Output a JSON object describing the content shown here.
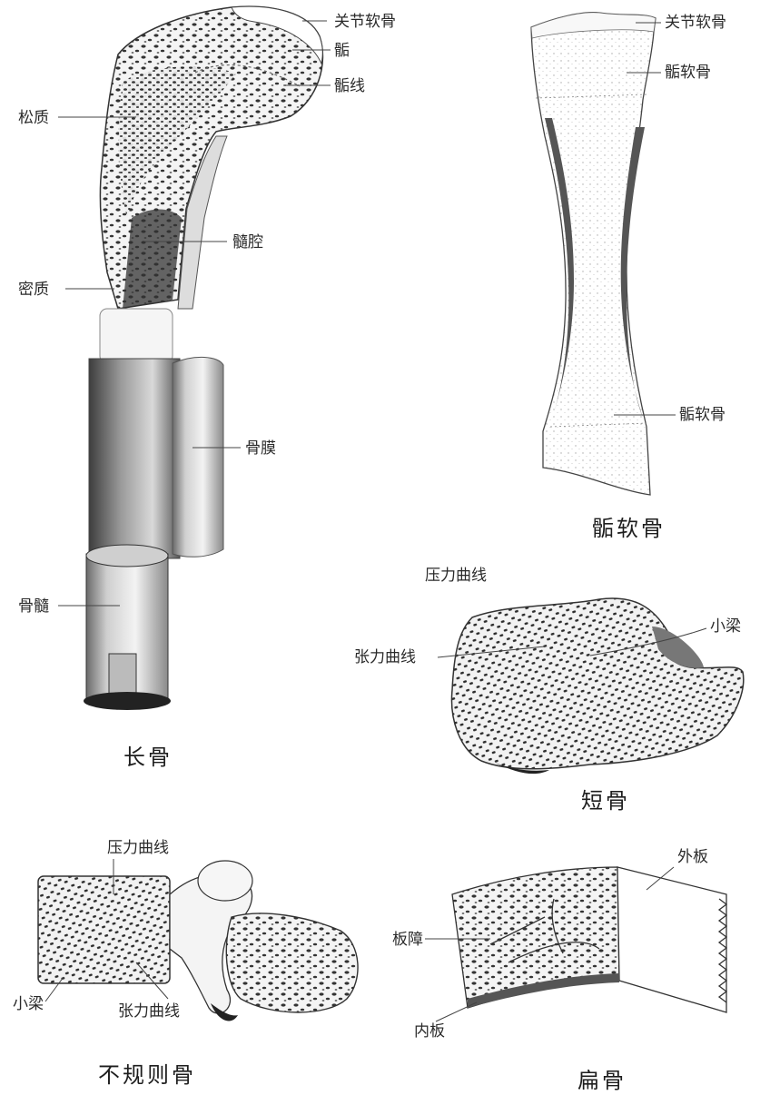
{
  "colors": {
    "ink": "#2a2a2a",
    "shade": "#555555",
    "paper": "#ffffff"
  },
  "long_bone": {
    "caption": "长骨",
    "labels": {
      "articular_cartilage": "关节软骨",
      "epiphysis": "骺",
      "epiphyseal_line": "骺线",
      "spongy_bone": "松质",
      "medullary_cavity": "髓腔",
      "compact_bone": "密质",
      "periosteum": "骨膜",
      "bone_marrow": "骨髓"
    }
  },
  "epiphyseal_cartilage_bone": {
    "caption": "骺软骨",
    "labels": {
      "articular_cartilage": "关节软骨",
      "epiphyseal_cartilage_top": "骺软骨",
      "epiphyseal_cartilage_bottom": "骺软骨"
    }
  },
  "short_bone": {
    "caption": "短骨",
    "labels": {
      "pressure_curve": "压力曲线",
      "trabecula": "小梁",
      "tension_curve": "张力曲线"
    }
  },
  "irregular_bone": {
    "caption": "不规则骨",
    "labels": {
      "pressure_curve": "压力曲线",
      "trabecula": "小梁",
      "tension_curve": "张力曲线"
    }
  },
  "flat_bone": {
    "caption": "扁骨",
    "labels": {
      "outer_table": "外板",
      "diploe": "板障",
      "inner_table": "内板"
    }
  }
}
